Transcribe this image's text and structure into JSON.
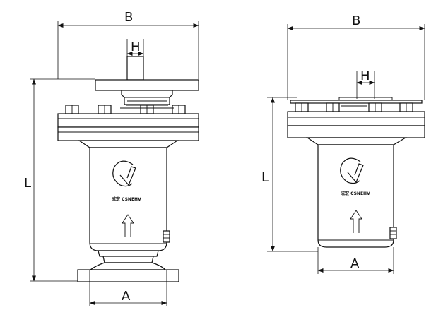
{
  "labels": {
    "width_body": "B",
    "width_base": "A",
    "length": "L",
    "height_top": "H"
  },
  "logo": {
    "brand_text": "成宏 CSNEHV"
  }
}
